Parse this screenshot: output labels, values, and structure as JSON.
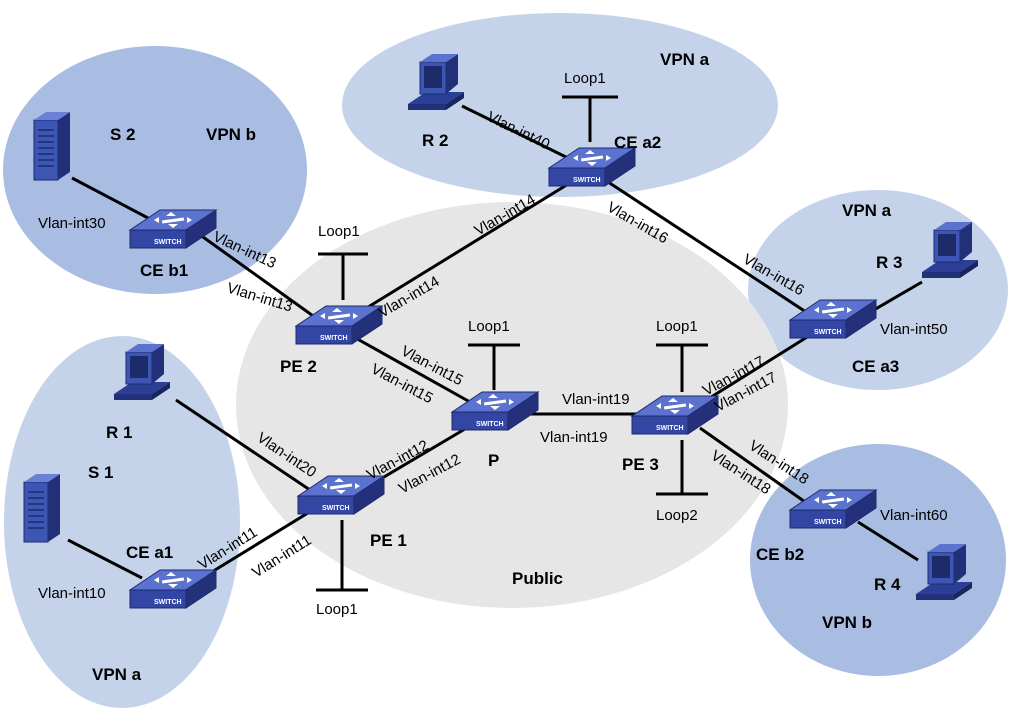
{
  "areas": {
    "vpn_b_top": "VPN b",
    "vpn_a_top": "VPN a",
    "vpn_a_right": "VPN a",
    "vpn_b_right": "VPN b",
    "vpn_a_left": "VPN a",
    "public": "Public"
  },
  "nodes": {
    "ce_b1": "CE b1",
    "ce_a2": "CE a2",
    "ce_a3": "CE a3",
    "ce_b2": "CE b2",
    "ce_a1": "CE a1",
    "pe1": "PE 1",
    "pe2": "PE 2",
    "pe3": "PE 3",
    "p": "P",
    "s1": "S 1",
    "s2": "S 2",
    "r1": "R 1",
    "r2": "R 2",
    "r3": "R 3",
    "r4": "R 4"
  },
  "switch_badge": "SWITCH",
  "interfaces": {
    "vlan10": "Vlan-int10",
    "vlan11": "Vlan-int11",
    "vlan12": "Vlan-int12",
    "vlan13": "Vlan-int13",
    "vlan14": "Vlan-int14",
    "vlan15": "Vlan-int15",
    "vlan16": "Vlan-int16",
    "vlan17": "Vlan-int17",
    "vlan18": "Vlan-int18",
    "vlan19": "Vlan-int19",
    "vlan20": "Vlan-int20",
    "vlan30": "Vlan-int30",
    "vlan40": "Vlan-int40",
    "vlan50": "Vlan-int50",
    "vlan60": "Vlan-int60",
    "loop1": "Loop1",
    "loop2": "Loop2"
  },
  "colors": {
    "vpn_fill": "#c5d3ea",
    "vpn_fill_dark": "#a9bde2",
    "public_fill": "#e6e6e6",
    "switch_top": "#4f67c6",
    "switch_side": "#2f3f8e",
    "pc_body": "#3d56b4"
  }
}
